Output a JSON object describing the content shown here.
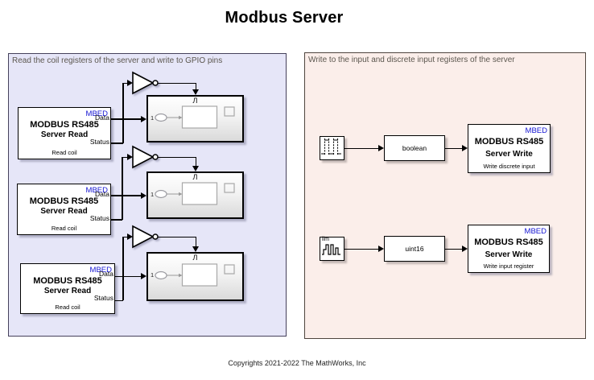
{
  "title": "Modbus Server",
  "copyright": "Copyrights 2021-2022 The MathWorks, Inc",
  "colors": {
    "mbed_badge_blue": "#1414d2",
    "left_panel_bg": "#e6e6f8",
    "left_panel_border": "#45415b",
    "right_panel_bg": "#fbeeea",
    "right_panel_border": "#4e453e",
    "panel_label_text": "#5b564e",
    "block_border": "#000000",
    "wire": "#000000"
  },
  "left_panel": {
    "label": "Read the coil registers of the server and write to GPIO pins",
    "read_blocks": [
      {
        "badge": "MBED",
        "port1": "Data",
        "name1": "MODBUS RS485",
        "name2": "Server Read",
        "port2": "Status",
        "caption": "Read coil"
      },
      {
        "badge": "MBED",
        "port1": "Data",
        "name1": "MODBUS RS485",
        "name2": "Server Read",
        "port2": "Status",
        "caption": "Read coil"
      },
      {
        "badge": "MBED",
        "port1": "Data",
        "name1": "MODBUS RS485",
        "name2": "Server Read",
        "port2": "Status",
        "caption": "Read coil"
      }
    ],
    "subsystems": [
      {
        "trigger_glyph": "Л",
        "inport": "1"
      },
      {
        "trigger_glyph": "Л",
        "inport": "1"
      },
      {
        "trigger_glyph": "Л",
        "inport": "1"
      }
    ]
  },
  "right_panel": {
    "label": "Write to the input and discrete input registers of the server",
    "rows": [
      {
        "convert": "boolean",
        "badge": "MBED",
        "name1": "MODBUS RS485",
        "name2": "Server Write",
        "caption": "Write discrete input"
      },
      {
        "source_label": "lim",
        "convert": "uint16",
        "badge": "MBED",
        "name1": "MODBUS RS485",
        "name2": "Server Write",
        "caption": "Write input register"
      }
    ]
  }
}
